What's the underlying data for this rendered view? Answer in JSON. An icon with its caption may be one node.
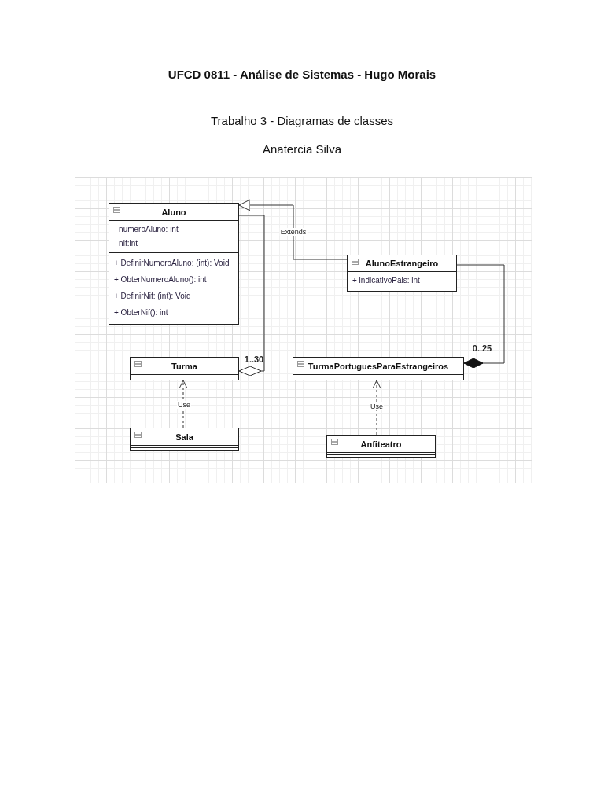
{
  "diagram": {
    "title": "UFCD 0811 - Análise de Sistemas - Hugo Morais",
    "nodes": [
      {
        "text": [
          "Aluno",
          "- numeroAluno: int",
          "- nif:int",
          "+ DefinirNumeroAluno: (int): Void",
          "+ ObterNumeroAluno(): int",
          "+ DefinirNif: (int): Void",
          "+ ObterNif(): int"
        ]
      },
      {
        "text": [
          "AlunoEstrangeiro",
          "+ indicativoPais: int"
        ]
      },
      {
        "text": [
          "Turma"
        ]
      },
      {
        "text": [
          "TurmaPortuguesParaEstrangeiros"
        ]
      },
      {
        "text": [
          "Sala"
        ]
      },
      {
        "text": [
          "Anfiteatro"
        ]
      }
    ],
    "edges": [
      {
        "from": 1,
        "to": 0,
        "arrow": "to",
        "label": "Extends"
      },
      {
        "from": 0,
        "to": 2,
        "arrow": "other",
        "label": "1..30"
      },
      {
        "from": 1,
        "to": 3,
        "arrow": "other",
        "label": "0..25"
      },
      {
        "from": 4,
        "to": 2,
        "arrow": "to",
        "label": "Use",
        "style": "dashed"
      },
      {
        "from": 5,
        "to": 3,
        "arrow": "to",
        "label": "Use",
        "style": "dashed"
      }
    ],
    "labels": [
      "Trabalho 3 - Diagramas de classes",
      "Anatercia Silva"
    ]
  }
}
